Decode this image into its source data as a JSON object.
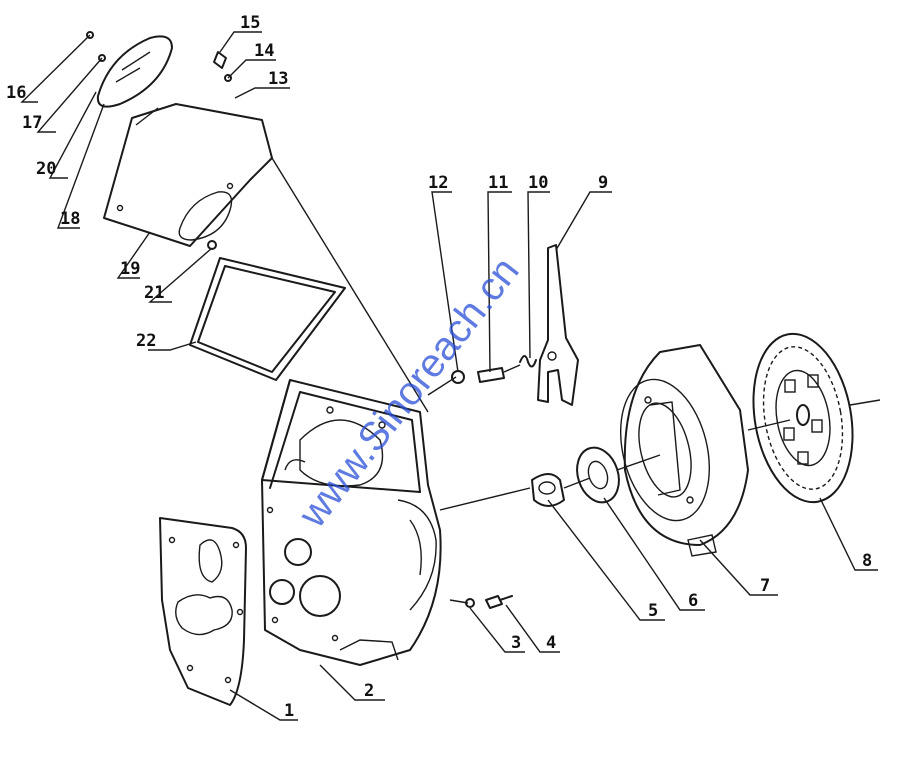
{
  "watermark": "www.Sinoreach.cn",
  "callouts": [
    {
      "id": "1",
      "label": "1"
    },
    {
      "id": "2",
      "label": "2"
    },
    {
      "id": "3",
      "label": "3"
    },
    {
      "id": "4",
      "label": "4"
    },
    {
      "id": "5",
      "label": "5"
    },
    {
      "id": "6",
      "label": "6"
    },
    {
      "id": "7",
      "label": "7"
    },
    {
      "id": "8",
      "label": "8"
    },
    {
      "id": "9",
      "label": "9"
    },
    {
      "id": "10",
      "label": "10"
    },
    {
      "id": "11",
      "label": "11"
    },
    {
      "id": "12",
      "label": "12"
    },
    {
      "id": "13",
      "label": "13"
    },
    {
      "id": "14",
      "label": "14"
    },
    {
      "id": "15",
      "label": "15"
    },
    {
      "id": "16",
      "label": "16"
    },
    {
      "id": "17",
      "label": "17"
    },
    {
      "id": "18",
      "label": "18"
    },
    {
      "id": "19",
      "label": "19"
    },
    {
      "id": "20",
      "label": "20"
    },
    {
      "id": "21",
      "label": "21"
    },
    {
      "id": "22",
      "label": "22"
    }
  ]
}
